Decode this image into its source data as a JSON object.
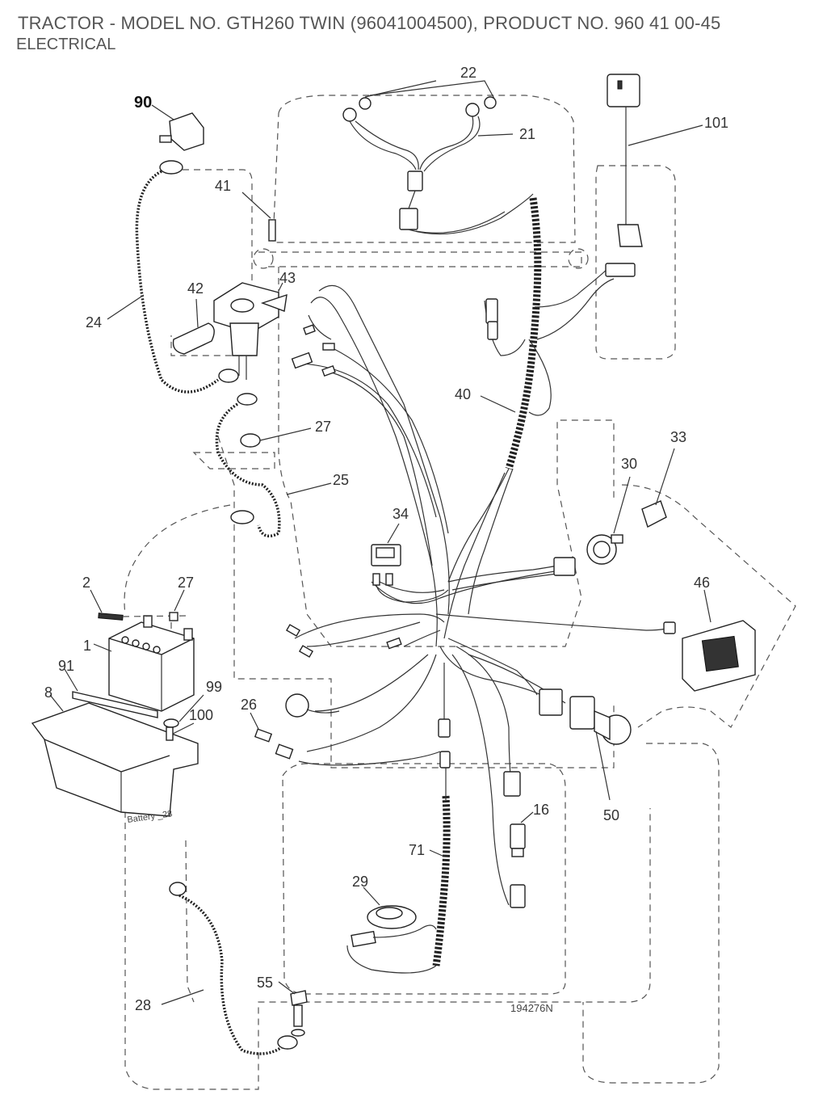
{
  "header": {
    "title": "TRACTOR - MODEL NO. GTH260 TWIN (96041004500), PRODUCT NO. 960 41 00-45",
    "subtitle": "ELECTRICAL"
  },
  "callouts": {
    "c1": "1",
    "c2": "2",
    "c8": "8",
    "c16": "16",
    "c21": "21",
    "c22": "22",
    "c24": "24",
    "c25": "25",
    "c26": "26",
    "c27a": "27",
    "c27b": "27",
    "c28": "28",
    "c29": "29",
    "c30": "30",
    "c33": "33",
    "c34": "34",
    "c40": "40",
    "c41": "41",
    "c42": "42",
    "c43": "43",
    "c46": "46",
    "c50": "50",
    "c55": "55",
    "c71": "71",
    "c90": "90",
    "c91": "91",
    "c99": "99",
    "c100": "100",
    "c101": "101"
  },
  "battery_label": "Battery _28",
  "drawing_number": "194276N"
}
